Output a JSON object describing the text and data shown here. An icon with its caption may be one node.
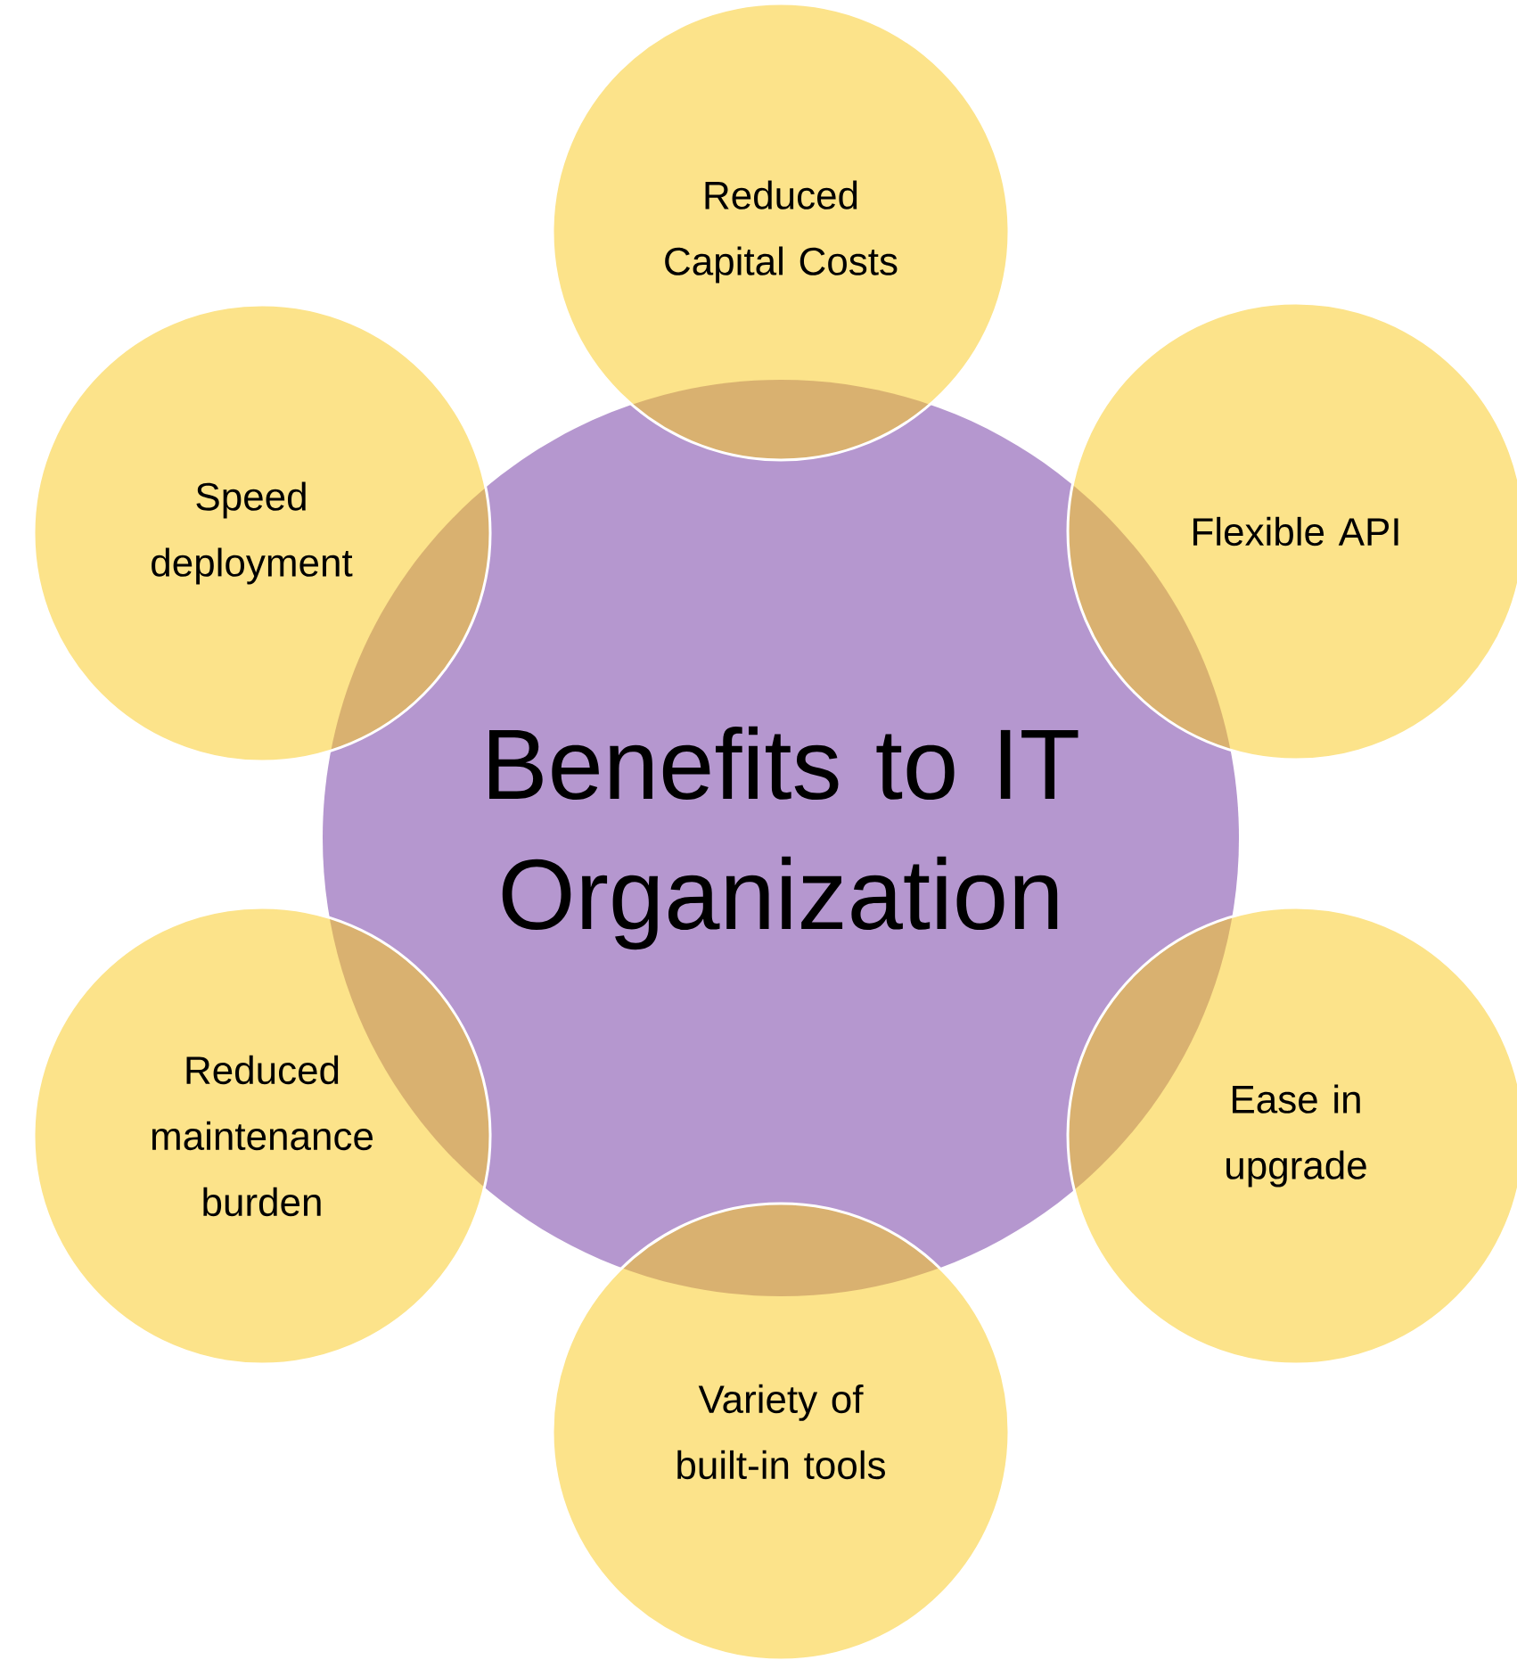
{
  "diagram": {
    "nodes": [
      {
        "text": [
          "Benefits to IT Organization"
        ]
      },
      {
        "text": [
          "Reduced Capital Costs"
        ]
      },
      {
        "text": [
          "Flexible API"
        ]
      },
      {
        "text": [
          "Ease in upgrade"
        ]
      },
      {
        "text": [
          "Variety of built-in tools"
        ]
      },
      {
        "text": [
          "Reduced maintenance burden"
        ]
      },
      {
        "text": [
          "Speed deployment"
        ]
      }
    ]
  }
}
